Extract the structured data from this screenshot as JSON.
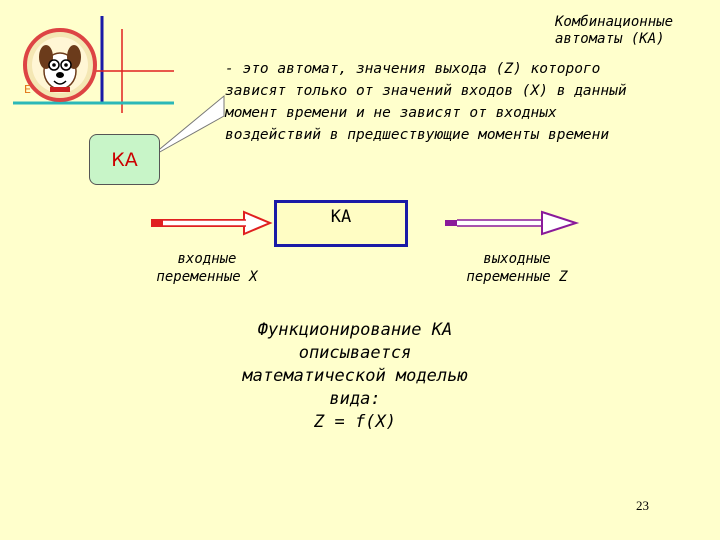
{
  "title": "Комбинационные автоматы (КА)",
  "logo": {
    "letter": "E"
  },
  "callout": {
    "badge": "КА",
    "text": "- это автомат, значения выхода (Z) которого зависят только от значений входов (X) в данный момент времени и не зависят от входных воздействий в предшествующие моменты времени"
  },
  "diagram": {
    "box_label": "КА",
    "input_label": "входные переменные X",
    "output_label": "выходные переменные Z",
    "colors": {
      "input_arrow": "#e02020",
      "output_arrow": "#8a1a9a",
      "box_border": "#1a1aa6"
    }
  },
  "formula": {
    "lines": [
      "Функционирование КА",
      "описывается",
      "математической моделью",
      "вида:",
      "Z = f(X)"
    ]
  },
  "page_number": "23"
}
